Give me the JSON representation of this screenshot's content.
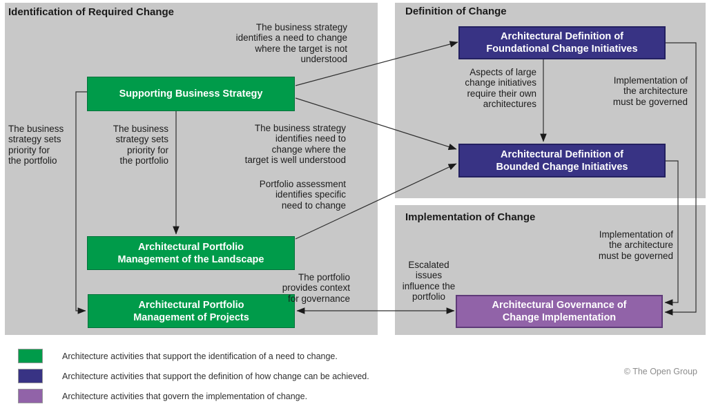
{
  "panels": {
    "identification": {
      "title": "Identification of Required Change"
    },
    "definition": {
      "title": "Definition of Change"
    },
    "implementation": {
      "title": "Implementation of Change"
    }
  },
  "boxes": {
    "supporting_business_strategy": {
      "label": "Supporting Business Strategy",
      "color": "#009B4A"
    },
    "portfolio_landscape": {
      "label": "Architectural Portfolio\nManagement of the Landscape",
      "color": "#009B4A"
    },
    "portfolio_projects": {
      "label": "Architectural Portfolio\nManagement of Projects",
      "color": "#009B4A"
    },
    "foundational_initiatives": {
      "label": "Architectural Definition of\nFoundational Change Initiatives",
      "color": "#383384"
    },
    "bounded_initiatives": {
      "label": "Architectural Definition of\nBounded Change Initiatives",
      "color": "#383384"
    },
    "governance_implementation": {
      "label": "Architectural Governance of\nChange Implementation",
      "color": "#9163A8"
    }
  },
  "annotations": {
    "not_understood": "The business strategy\nidentifies a need to change\nwhere the target is not\nunderstood",
    "sets_priority_left": "The business\nstrategy sets\npriority for\nthe portfolio",
    "sets_priority_mid": "The business\nstrategy sets\npriority for\nthe portfolio",
    "well_understood": "The business strategy\nidentifies need to\nchange where the\ntarget is well understood",
    "portfolio_assessment": "Portfolio assessment\nidentifies specific\nneed to change",
    "portfolio_context": "The portfolio\nprovides context\nfor governance",
    "aspects_large": "Aspects of large\nchange initiatives\nrequire their own\narchitectures",
    "impl_governed_top": "Implementation of\nthe architecture\nmust be governed",
    "impl_governed_bottom": "Implementation of\nthe architecture\nmust be governed",
    "escalated_issues": "Escalated\nissues\ninfluence the\nportfolio"
  },
  "legend": {
    "items": [
      {
        "color": "#009B4A",
        "label": "Architecture activities that support the identification of a need to change."
      },
      {
        "color": "#383384",
        "label": "Architecture activities that support the definition of how change can be achieved."
      },
      {
        "color": "#9163A8",
        "label": "Architecture activities that govern the implementation of change."
      }
    ]
  },
  "footer": {
    "copyright": "© The Open Group"
  },
  "colors": {
    "panel_background": "#C8C8C8",
    "line": "#2e2e2e",
    "green": "#009B4A",
    "blue": "#383384",
    "purple": "#9163A8"
  }
}
